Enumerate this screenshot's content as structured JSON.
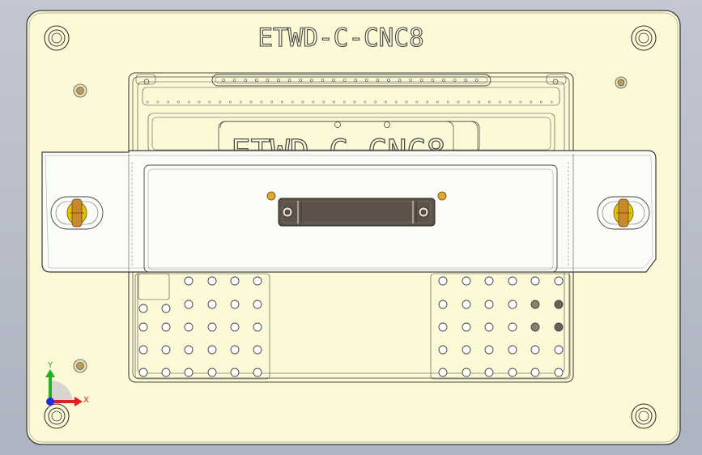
{
  "plate": {
    "engraving_top": "ETWD-C-CNC8",
    "engraving_middle": "ETWD-C-CNC8"
  },
  "triad": {
    "x_label": "X",
    "y_label": "Y"
  },
  "colors": {
    "plate_fill": "#fbf9d6",
    "outline": "#3a3a3a",
    "accent_yellow": "#e2c400",
    "pin_orange": "#c98a2e",
    "clamp_body": "#5c524a",
    "axis_x": "#e02020",
    "axis_y": "#20b020",
    "axis_z": "#2030e0"
  }
}
